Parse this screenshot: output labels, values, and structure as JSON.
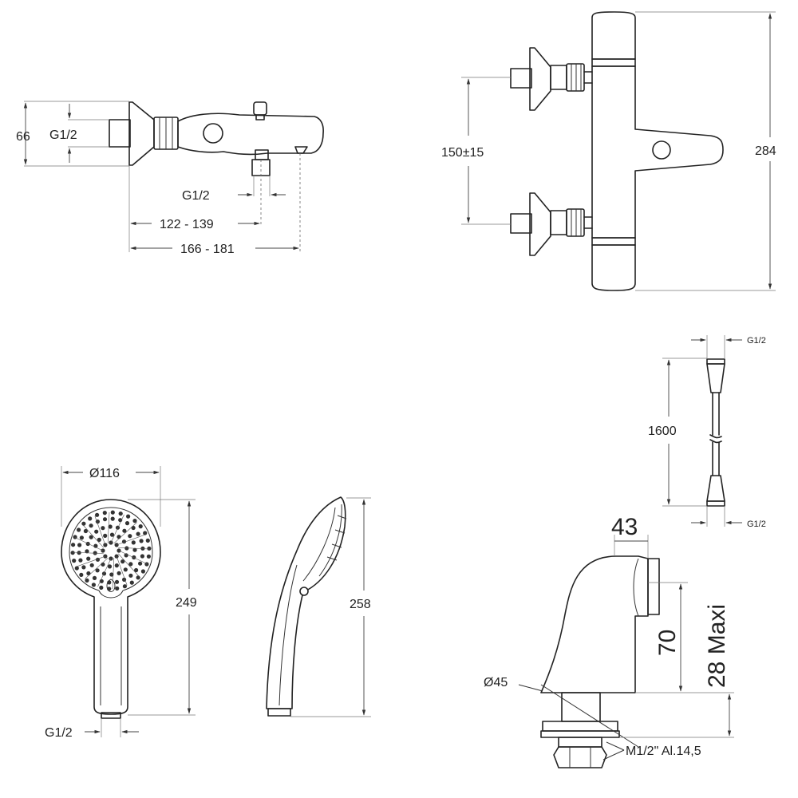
{
  "labels": {
    "mixer_side": {
      "height": "66",
      "thread_inlet": "G1/2",
      "thread_outlet": "G1/2",
      "span_short": "122 - 139",
      "span_long": "166 - 181"
    },
    "mixer_front": {
      "centres": "150±15",
      "height": "284"
    },
    "hose": {
      "thread_top": "G1/2",
      "length": "1600",
      "thread_bottom": "G1/2"
    },
    "hand_shower_front": {
      "diameter": "Ø116",
      "length": "249",
      "thread": "G1/2"
    },
    "hand_shower_side": {
      "length": "258"
    },
    "pillar": {
      "width": "43",
      "height": "70",
      "deck": "28 Maxi",
      "base_diameter": "Ø45",
      "thread": "M1/2\" Al.14,5"
    }
  }
}
